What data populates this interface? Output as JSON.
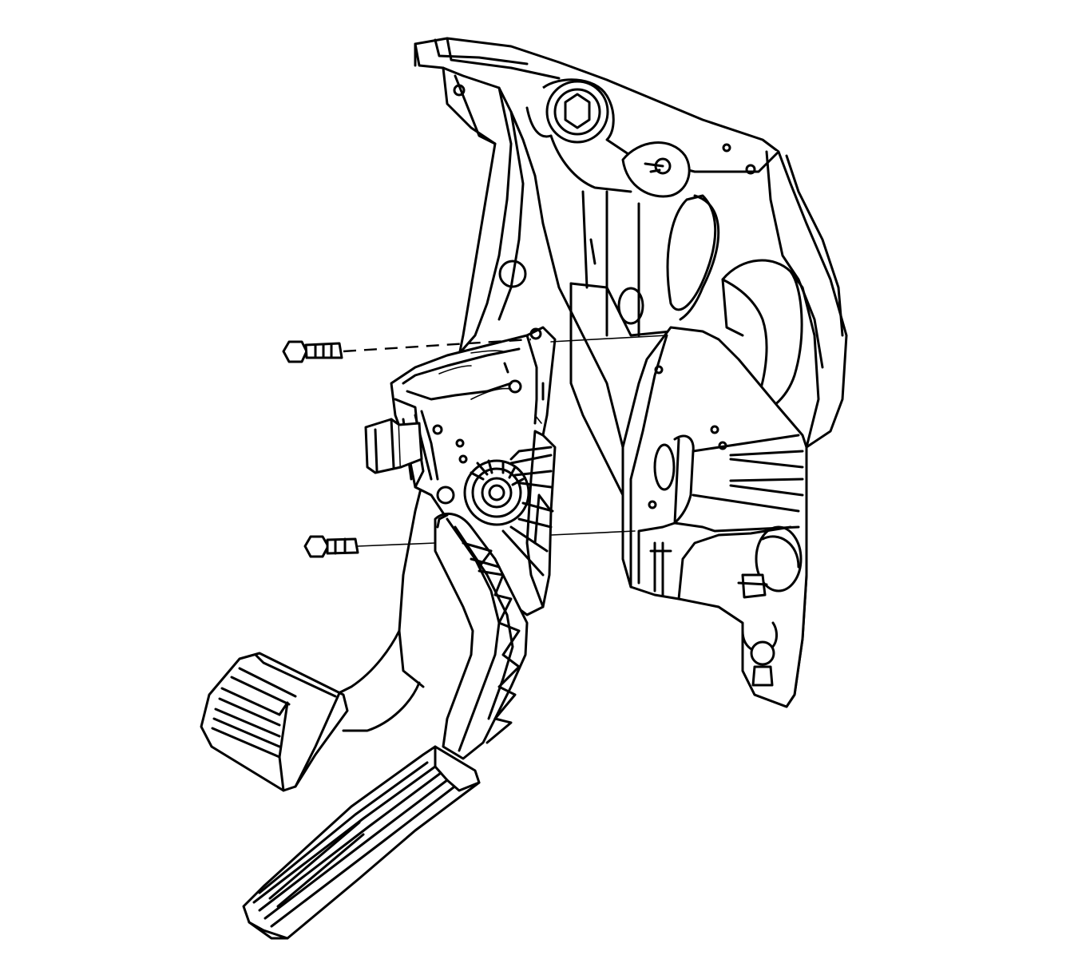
{
  "diagram": {
    "subject": "accelerator-pedal-assembly-removal",
    "components": [
      "pedal-bracket",
      "brake-pedal",
      "accelerator-pedal-module",
      "upper-bolt",
      "lower-bolt",
      "pivot-bolt",
      "electrical-connector"
    ]
  }
}
